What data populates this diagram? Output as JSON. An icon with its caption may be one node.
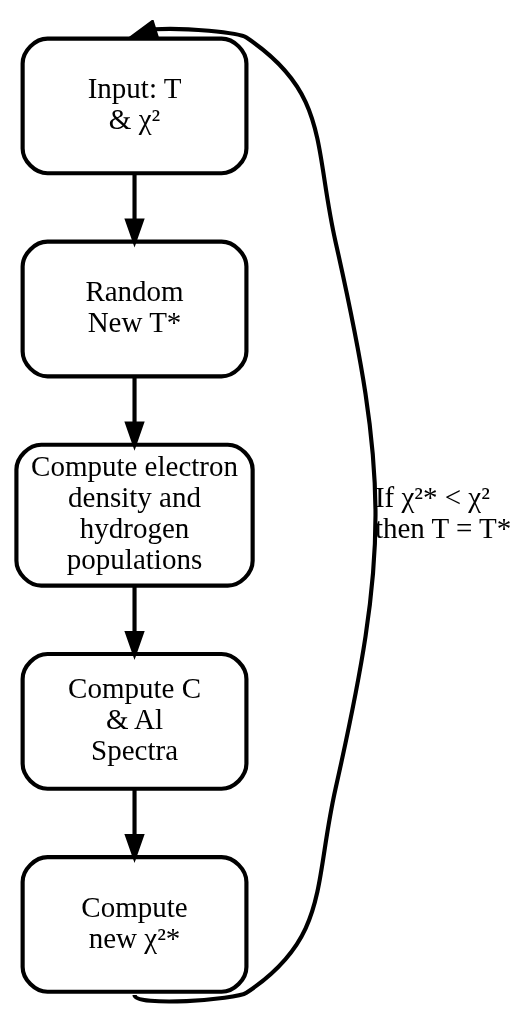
{
  "diagram": {
    "nodes": [
      {
        "text": [
          "Input: T & χ²"
        ]
      },
      {
        "text": [
          "Random New T*"
        ]
      },
      {
        "text": [
          "Compute electron density and hydrogen populations"
        ]
      },
      {
        "text": [
          "Compute C & Al Spectra"
        ]
      },
      {
        "text": [
          "Compute new χ²*"
        ]
      }
    ],
    "edges": [
      {
        "from": 0,
        "to": 1,
        "arrow": "to"
      },
      {
        "from": 1,
        "to": 2,
        "arrow": "to"
      },
      {
        "from": 2,
        "to": 3,
        "arrow": "to"
      },
      {
        "from": 3,
        "to": 4,
        "arrow": "to"
      },
      {
        "from": 4,
        "to": 0,
        "arrow": "to",
        "label": "If χ²* < χ² then T = T*"
      }
    ]
  }
}
